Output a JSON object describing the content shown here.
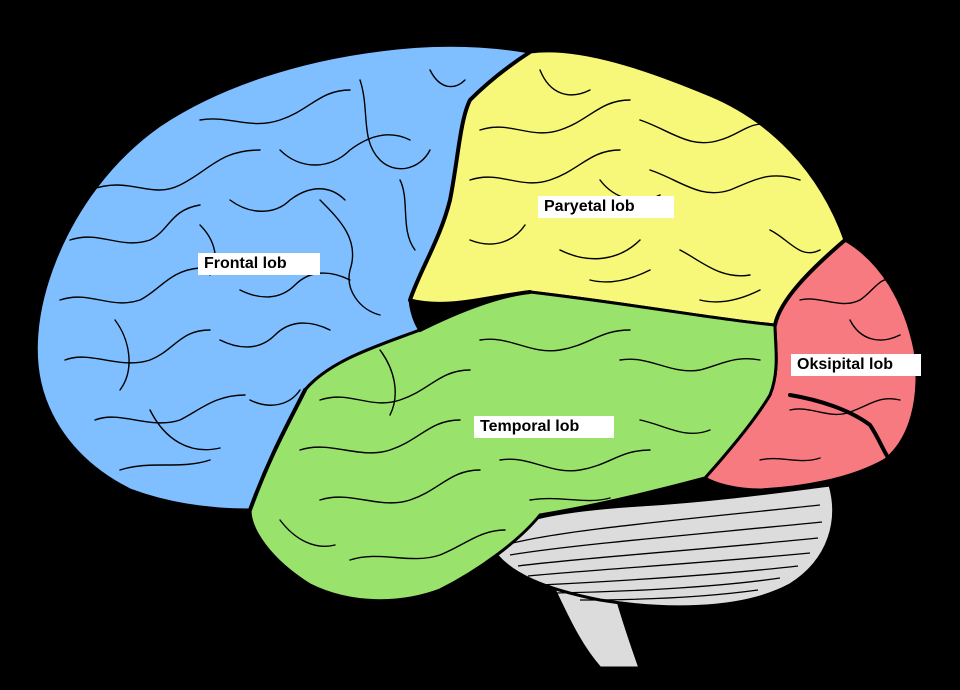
{
  "colors": {
    "background": "#000000",
    "frontal": "#7fbfff",
    "parietal": "#f7f77a",
    "temporal": "#99e26b",
    "occipital": "#f77a80",
    "cerebellum": "#dcdcdc",
    "label_bg": "#ffffff"
  },
  "labels": {
    "frontal": "Frontal lob",
    "parietal": "Paryetal lob",
    "temporal": "Temporal lob",
    "occipital": "Oksipital lob"
  }
}
